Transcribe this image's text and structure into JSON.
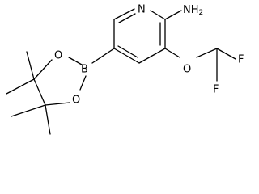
{
  "molecule": {
    "atoms": {
      "ring_nitrogen": "N",
      "amine": "NH",
      "amine_subscript": "2",
      "ether_oxygen": "O",
      "fluorine_top": "F",
      "fluorine_bottom": "F",
      "boron": "B",
      "dioxaborolane_oxygen_top": "O",
      "dioxaborolane_oxygen_bottom": "O"
    }
  }
}
